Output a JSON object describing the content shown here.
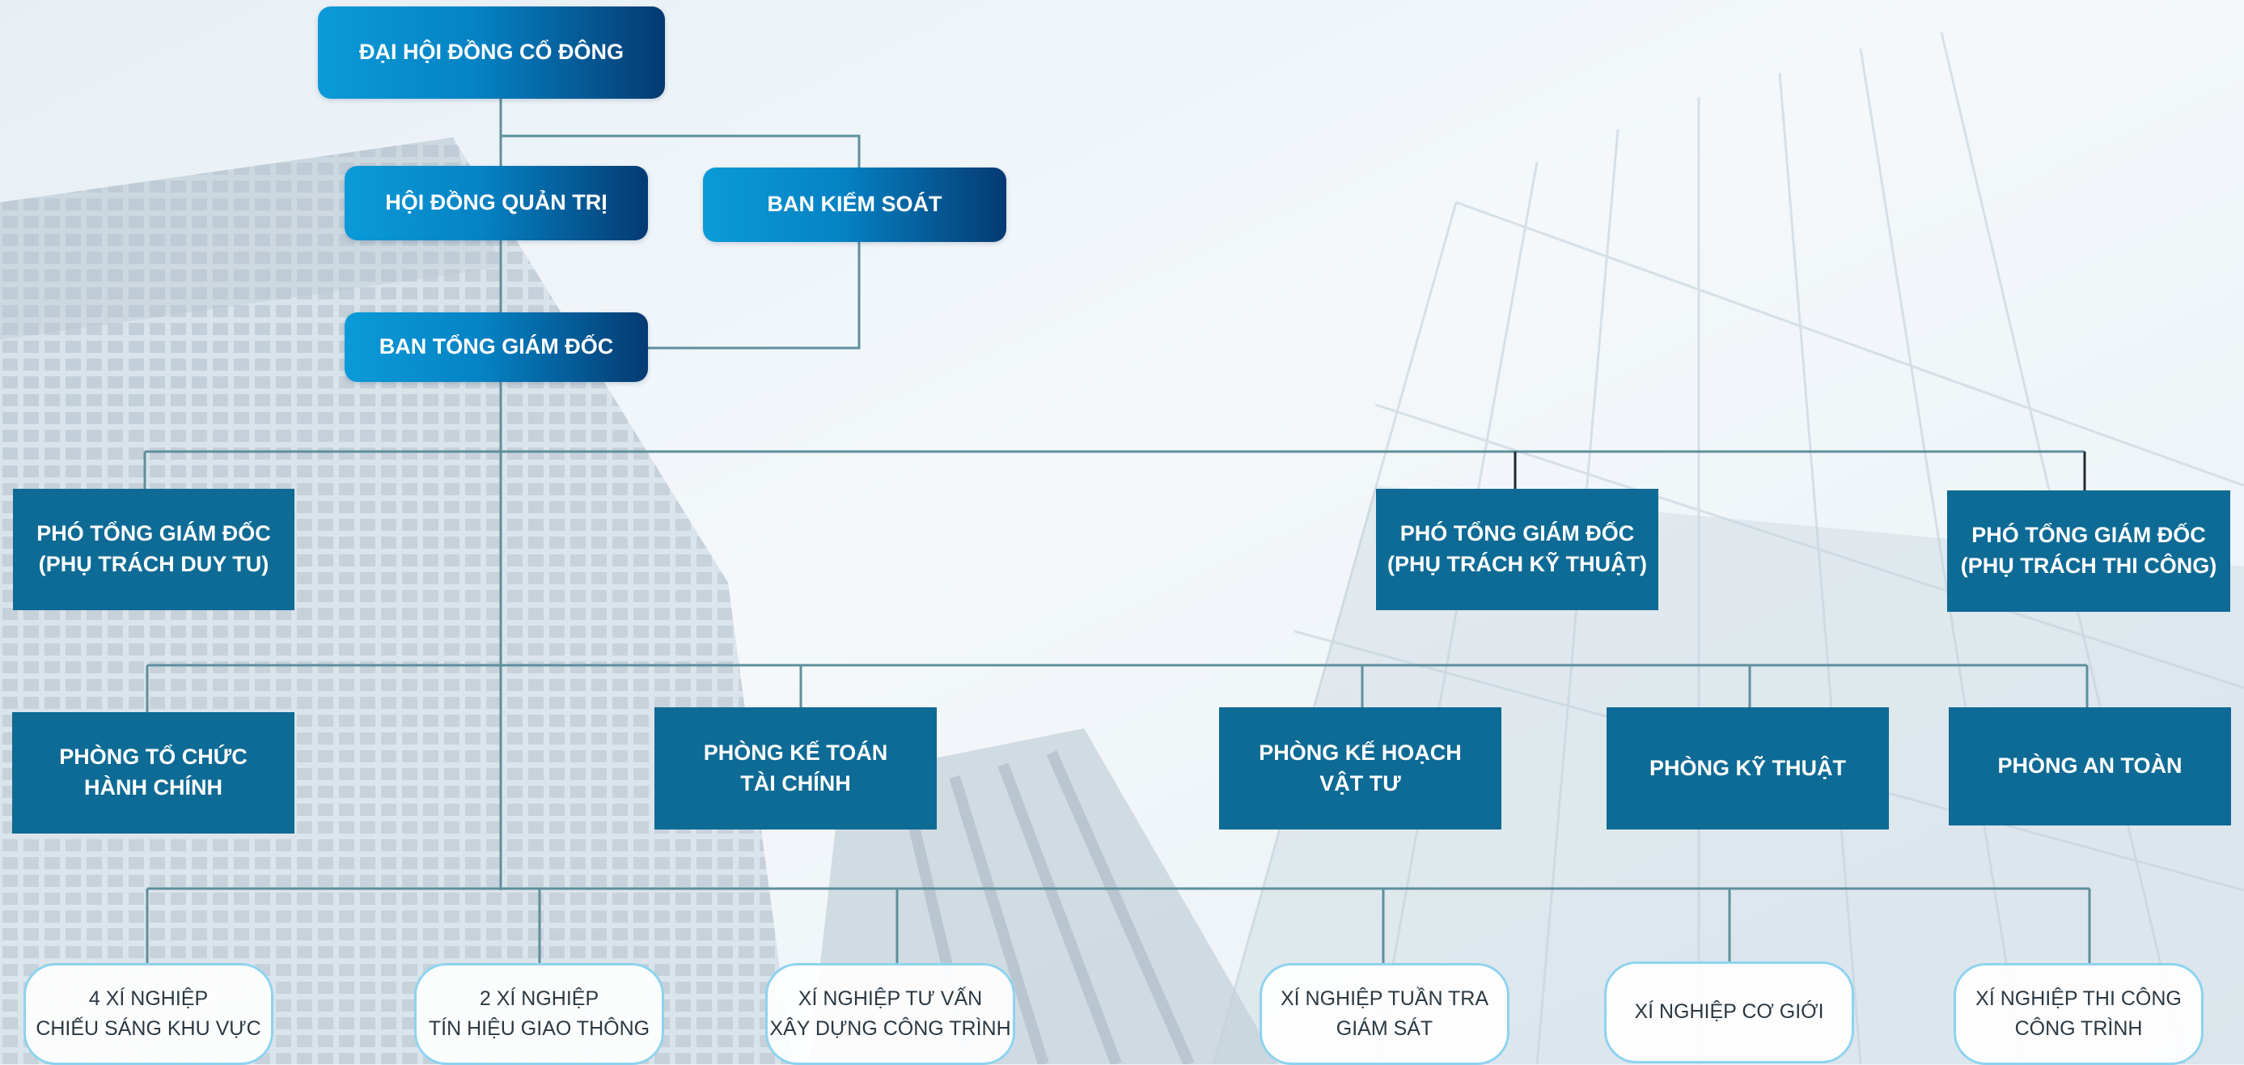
{
  "colors": {
    "line": "#5e8f9c",
    "top_gradient_start": "#0b9ad8",
    "top_gradient_end": "#053a72",
    "department_fill": "#0e6b95",
    "unit_border": "#8dd3ef"
  },
  "nodes": {
    "shareholders": "ĐẠI HỘI ĐỒNG CỔ ĐÔNG",
    "board": "HỘI ĐỒNG QUẢN TRỊ",
    "supervisory": "BAN KIỂM SOÁT",
    "executive": "BAN TỔNG GIÁM ĐỐC",
    "deputy_maintenance": "PHÓ TỔNG GIÁM ĐỐC\n(PHỤ TRÁCH DUY TU)",
    "deputy_technical": "PHÓ TỔNG GIÁM ĐỐC\n(PHỤ TRÁCH KỸ THUẬT)",
    "deputy_construction": "PHÓ TỔNG GIÁM ĐỐC\n(PHỤ TRÁCH THI CÔNG)",
    "dept_admin": "PHÒNG TỔ CHỨC\nHÀNH CHÍNH",
    "dept_finance": "PHÒNG KẾ TOÁN\nTÀI CHÍNH",
    "dept_planning": "PHÒNG KẾ HOẠCH\nVẬT TƯ",
    "dept_technical": "PHÒNG KỸ THUẬT",
    "dept_safety": "PHÒNG AN TOÀN",
    "unit_lighting": "4 XÍ NGHIỆP\nCHIẾU SÁNG KHU VỰC",
    "unit_signal": "2 XÍ NGHIỆP\nTÍN HIỆU GIAO THÔNG",
    "unit_consulting": "XÍ NGHIỆP TƯ VẤN\nXÂY DỰNG CÔNG TRÌNH",
    "unit_patrol": "XÍ NGHIỆP TUẦN TRA\nGIÁM SÁT",
    "unit_machinery": "XÍ NGHIỆP CƠ GIỚI",
    "unit_construction": "XÍ NGHIỆP THI CÔNG\nCÔNG TRÌNH"
  }
}
